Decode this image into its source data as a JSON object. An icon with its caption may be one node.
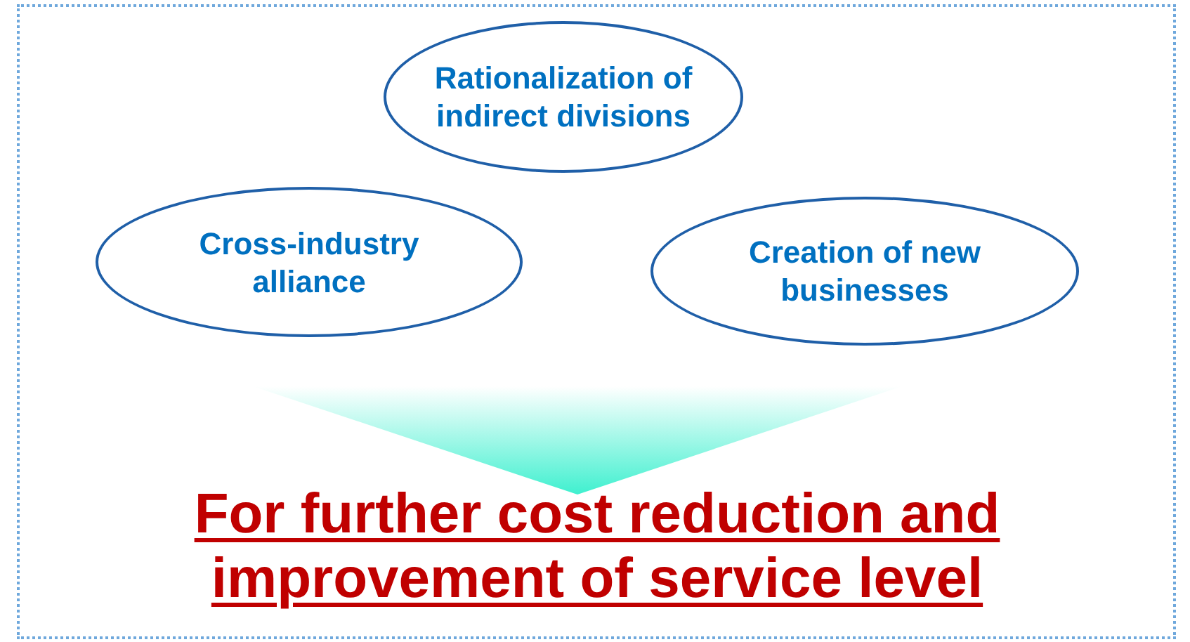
{
  "diagram": {
    "nodes": [
      {
        "text": [
          "Rationalization of indirect divisions"
        ]
      },
      {
        "text": [
          "Cross-industry alliance"
        ]
      },
      {
        "text": [
          "Creation of new businesses"
        ]
      },
      {
        "text": [],
        "shape": "triangle"
      }
    ],
    "labels": [
      "For further cost reduction and improvement of service level"
    ]
  }
}
